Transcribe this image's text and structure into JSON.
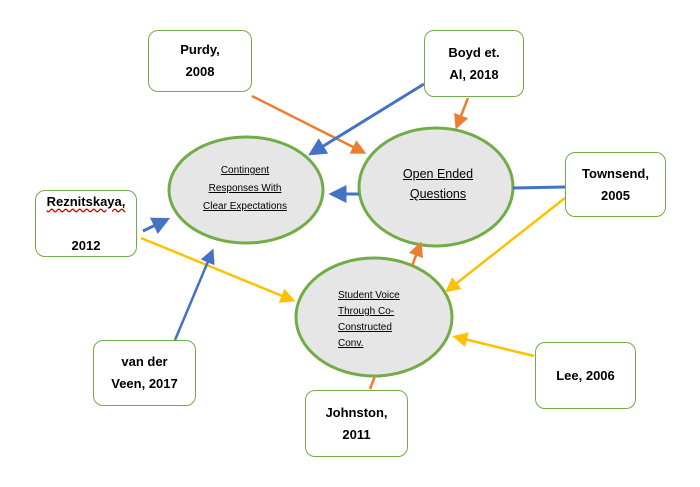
{
  "colors": {
    "node_border": "#70ad47",
    "node_fill": "#e7e6e6",
    "arrow_blue": "#4472c4",
    "arrow_orange": "#ed7d31",
    "arrow_yellow": "#ffc000"
  },
  "concepts": {
    "contingent": {
      "label": "Contingent\nResponses With\nClear Expectations"
    },
    "open_ended": {
      "label": "Open Ended\nQuestions"
    },
    "student_voice": {
      "label": "Student Voice\nThrough Co-\nConstructed\nConv."
    }
  },
  "sources": {
    "purdy": {
      "label": "Purdy,\n2008"
    },
    "boyd": {
      "label": "Boyd et.\nAl, 2018"
    },
    "townsend": {
      "label": "Townsend,\n2005"
    },
    "reznitskaya": {
      "name": "Reznitskaya,",
      "year": "2012"
    },
    "van_der_veen": {
      "label": "van der\nVeen, 2017"
    },
    "johnston": {
      "label": "Johnston,\n2011"
    },
    "lee": {
      "label": "Lee, 2006"
    }
  },
  "connections": [
    {
      "from": "purdy",
      "to": "open_ended",
      "color": "orange",
      "arrow": true
    },
    {
      "from": "boyd",
      "to": "contingent",
      "color": "blue",
      "arrow": true
    },
    {
      "from": "boyd",
      "to": "open_ended",
      "color": "orange",
      "arrow": true
    },
    {
      "from": "townsend",
      "to": "open_ended",
      "color": "blue",
      "arrow": false
    },
    {
      "from": "open_ended",
      "to": "contingent",
      "color": "blue",
      "arrow": true
    },
    {
      "from": "townsend",
      "to": "student_voice",
      "color": "yellow",
      "arrow": true
    },
    {
      "from": "reznitskaya",
      "to": "contingent",
      "color": "blue",
      "arrow": true
    },
    {
      "from": "reznitskaya",
      "to": "student_voice",
      "color": "yellow",
      "arrow": true
    },
    {
      "from": "van_der_veen",
      "to": "contingent",
      "color": "blue",
      "arrow": true
    },
    {
      "from": "student_voice",
      "to": "open_ended",
      "color": "orange",
      "arrow": true
    },
    {
      "from": "johnston",
      "to": "student_voice",
      "color": "orange",
      "arrow": false
    },
    {
      "from": "lee",
      "to": "student_voice",
      "color": "yellow",
      "arrow": true
    }
  ]
}
